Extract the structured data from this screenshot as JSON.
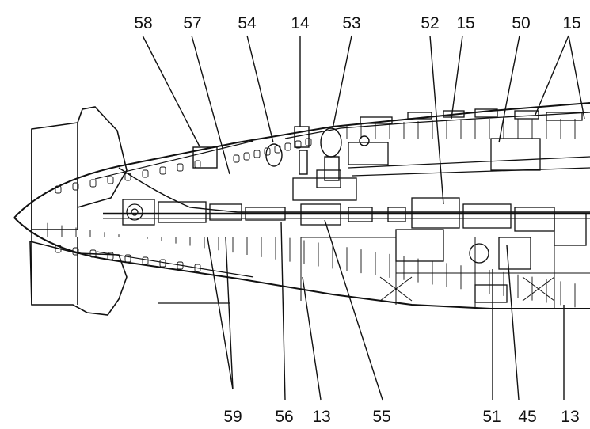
{
  "figure": {
    "top_callouts": [
      "58",
      "57",
      "54",
      "14",
      "53",
      "52",
      "15",
      "50",
      "15"
    ],
    "bottom_callouts": [
      "59",
      "56",
      "13",
      "55",
      "51",
      "45",
      "13"
    ]
  }
}
